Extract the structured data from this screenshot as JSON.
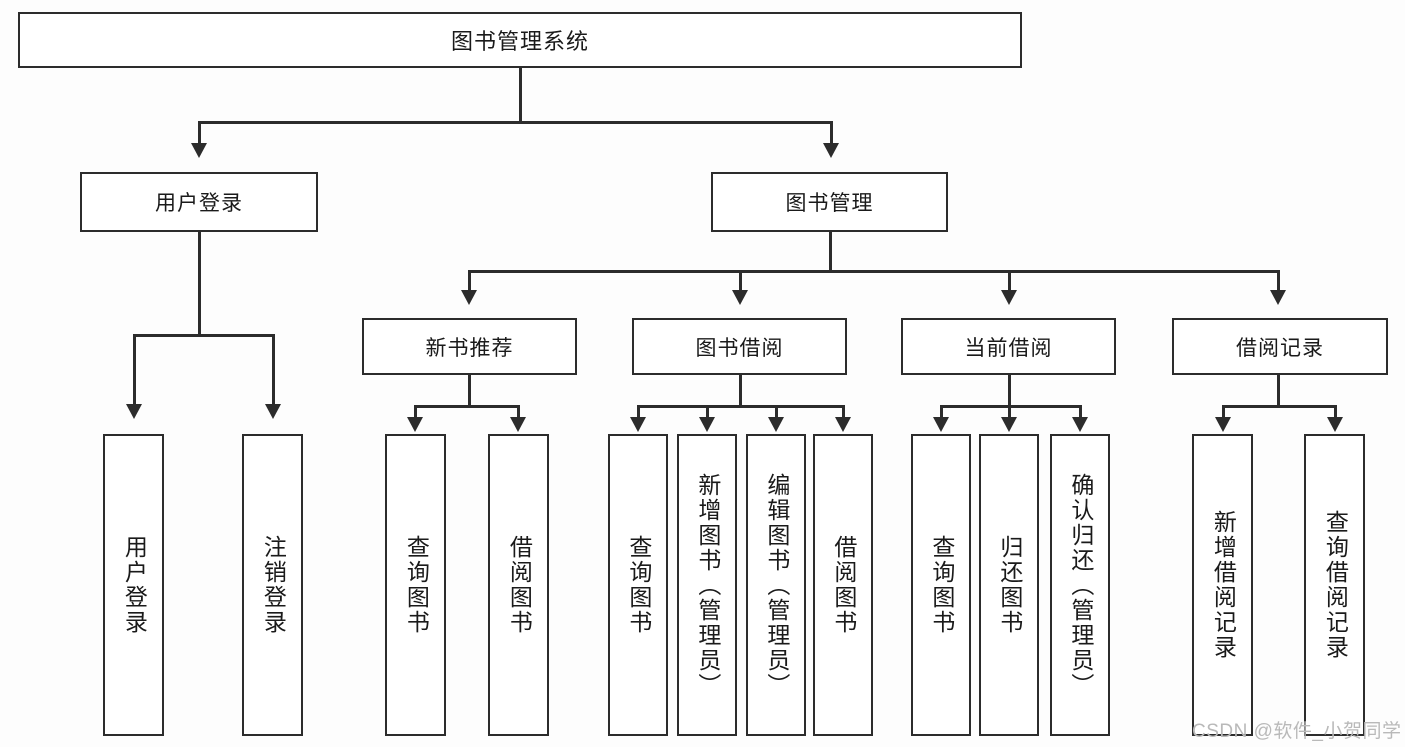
{
  "diagram": {
    "type": "tree-hierarchy-chart",
    "title": "图书管理系统",
    "colors": {
      "line": "#2c2c2c",
      "box_border": "#2c2c2c",
      "box_fill": "#ffffff",
      "background": "#fdfdfd",
      "watermark": "#b9b9b9"
    },
    "root": {
      "label": "图书管理系统"
    },
    "level2": [
      {
        "id": "user-login",
        "label": "用户登录"
      },
      {
        "id": "book-management",
        "label": "图书管理"
      }
    ],
    "level3": [
      {
        "id": "new-book-recommend",
        "label": "新书推荐",
        "parent": "book-management"
      },
      {
        "id": "book-borrow",
        "label": "图书借阅",
        "parent": "book-management"
      },
      {
        "id": "current-borrow",
        "label": "当前借阅",
        "parent": "book-management"
      },
      {
        "id": "borrow-record",
        "label": "借阅记录",
        "parent": "book-management"
      }
    ],
    "leaves": {
      "user-login": [
        {
          "id": "leaf-user-login",
          "label": "用户登录"
        },
        {
          "id": "leaf-user-logout",
          "label": "注销登录"
        }
      ],
      "new-book-recommend": [
        {
          "id": "leaf-query-book-1",
          "label": "查询图书"
        },
        {
          "id": "leaf-borrow-book-1",
          "label": "借阅图书"
        }
      ],
      "book-borrow": [
        {
          "id": "leaf-query-book-2",
          "label": "查询图书"
        },
        {
          "id": "leaf-add-book",
          "label": "新增图书（管理员）"
        },
        {
          "id": "leaf-edit-book",
          "label": "编辑图书（管理员）"
        },
        {
          "id": "leaf-borrow-book-2",
          "label": "借阅图书"
        }
      ],
      "current-borrow": [
        {
          "id": "leaf-query-book-3",
          "label": "查询图书"
        },
        {
          "id": "leaf-return-book",
          "label": "归还图书"
        },
        {
          "id": "leaf-confirm-return",
          "label": "确认归还（管理员）"
        }
      ],
      "borrow-record": [
        {
          "id": "leaf-add-record",
          "label": "新增借阅记录"
        },
        {
          "id": "leaf-query-record",
          "label": "查询借阅记录"
        }
      ]
    }
  },
  "watermark": {
    "text": "CSDN @软件_小贺同学"
  }
}
